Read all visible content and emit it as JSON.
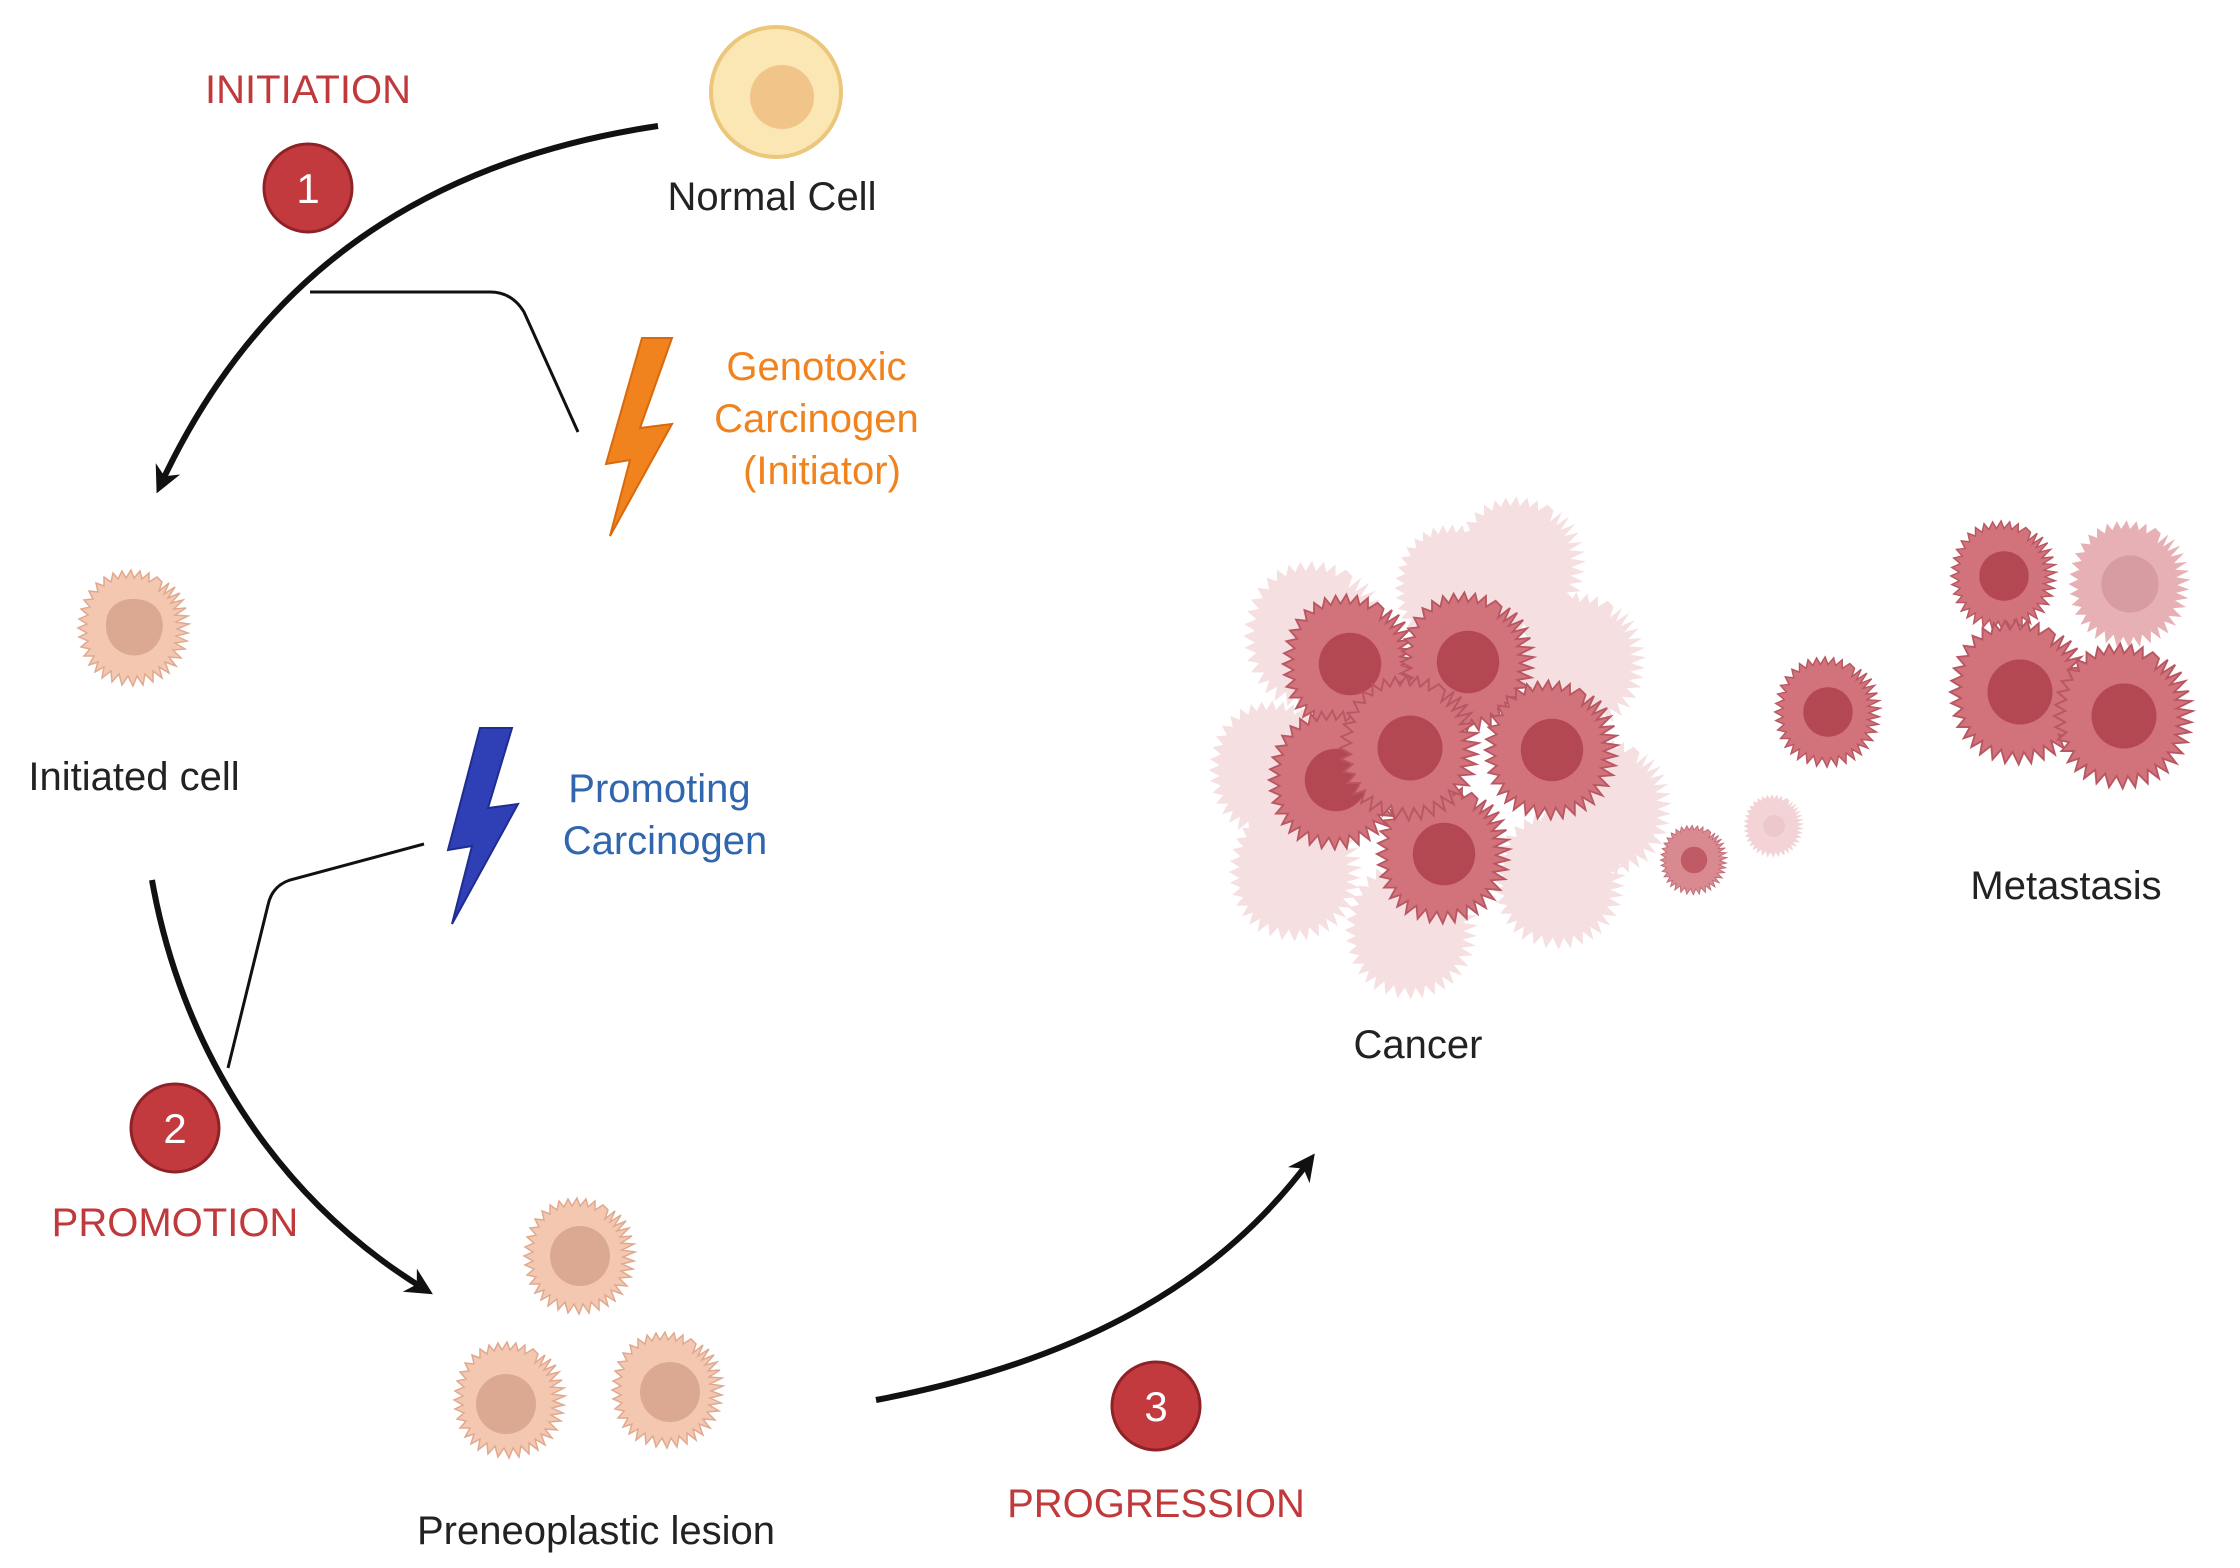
{
  "stages": {
    "initiation": {
      "number": "1",
      "label": "INITIATION"
    },
    "promotion": {
      "number": "2",
      "label": "PROMOTION"
    },
    "progression": {
      "number": "3",
      "label": "PROGRESSION"
    }
  },
  "cells": {
    "normal": "Normal Cell",
    "initiated": "Initiated cell",
    "preneoplastic": "Preneoplastic lesion",
    "cancer": "Cancer",
    "metastasis": "Metastasis"
  },
  "agents": {
    "genotoxic": {
      "lines": [
        "Genotoxic",
        "Carcinogen",
        "(Initiator)"
      ]
    },
    "promoting": {
      "lines": [
        "Promoting",
        "Carcinogen"
      ]
    }
  },
  "colors": {
    "stage_red": "#c0393b",
    "badge_fill": "#c23a3e",
    "genotoxic_orange": "#f0831e",
    "promoting_blue": "#2f3fb6",
    "promoting_text": "#2f66ad",
    "arrow": "#111111",
    "normal_cell_fill": "#fbe7b3",
    "normal_cell_nucleus": "#f1c489",
    "peach_cell": "#f4c8b0",
    "peach_nucleus": "#dba992",
    "cancer_cell": "#d2727a",
    "cancer_nucleus": "#b34853"
  },
  "icons": {
    "genotoxic": "lightning-bolt-icon",
    "promoting": "lightning-bolt-icon",
    "arrow": "curved-arrow-icon"
  }
}
